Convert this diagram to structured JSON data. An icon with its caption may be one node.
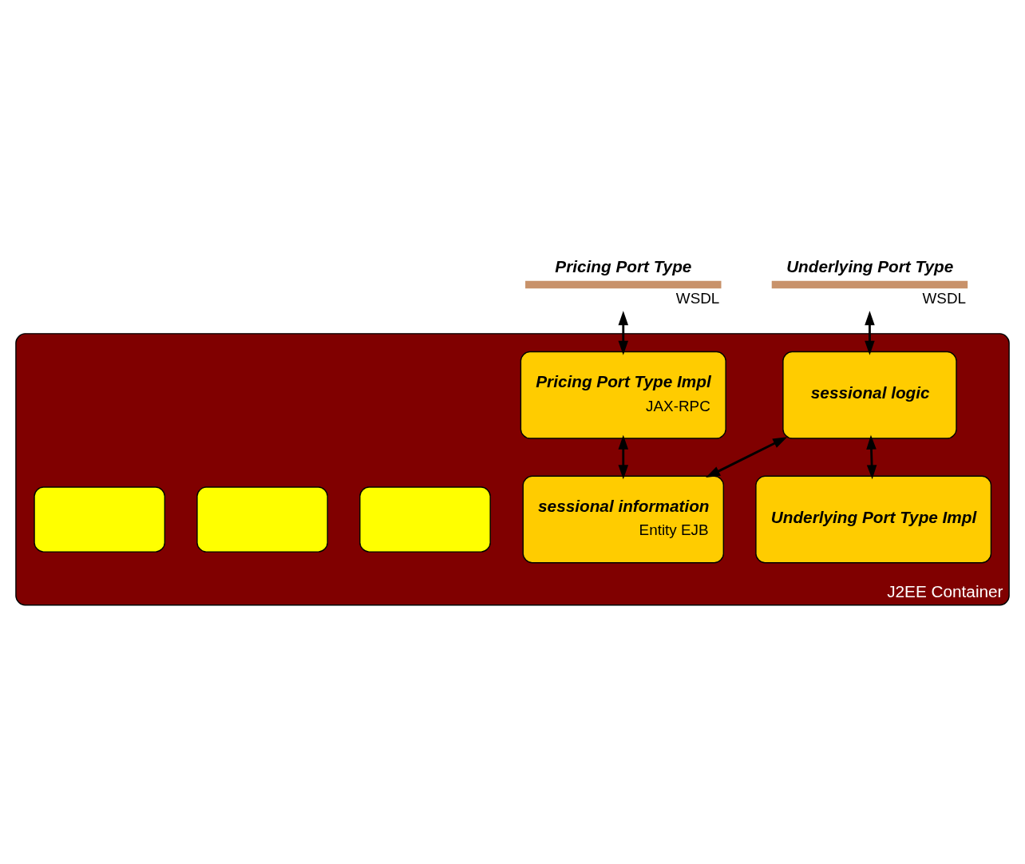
{
  "diagram": {
    "nodes": [
      {
        "text": [
          "Pricing Port Type"
        ],
        "beside": [
          "WSDL"
        ]
      },
      {
        "text": [
          "Underlying Port Type"
        ],
        "beside": [
          "WSDL"
        ]
      },
      {
        "text": [
          "J2EE Container"
        ]
      },
      {
        "text": [
          "Pricing Port Type Impl",
          "JAX-RPC"
        ],
        "in": 2
      },
      {
        "text": [
          "sessional logic"
        ],
        "in": 2
      },
      {
        "text": [
          "sessional information",
          "Entity EJB"
        ],
        "in": 2
      },
      {
        "text": [],
        "shape": "box",
        "in": 2
      },
      {
        "text": [],
        "shape": "box",
        "in": 2
      },
      {
        "text": [],
        "shape": "box",
        "in": 2
      },
      {
        "text": [
          "Underlying Port Type Impl"
        ],
        "in": 2
      }
    ],
    "edges": [
      {
        "from": 0,
        "to": 3,
        "arrow": "both"
      },
      {
        "from": 1,
        "to": 4,
        "arrow": "both"
      },
      {
        "from": 3,
        "to": 5,
        "arrow": "both"
      },
      {
        "from": 4,
        "to": 5,
        "arrow": "both"
      },
      {
        "from": 4,
        "to": 9,
        "arrow": "both"
      }
    ]
  }
}
